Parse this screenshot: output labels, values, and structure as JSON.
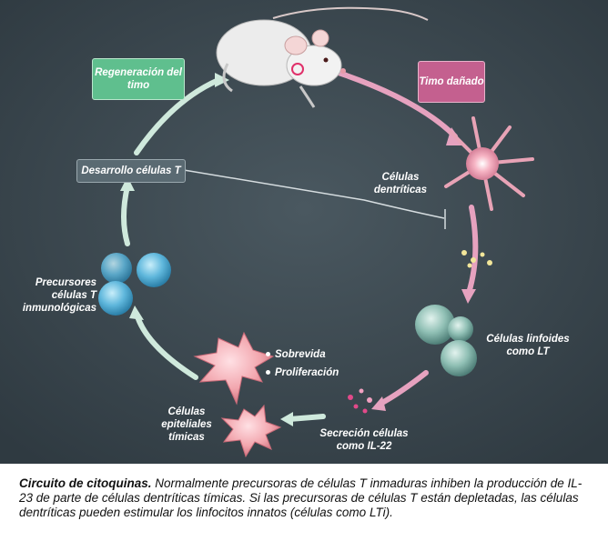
{
  "figure": {
    "box_regeneracion": "Regeneración del timo",
    "box_timo_danado": "Timo dañado",
    "box_desarrollo": "Desarrollo células T",
    "label_dendriticas": "Células dentríticas",
    "label_linfoides": "Células linfoides como LT",
    "label_secrecion": "Secreción células como IL-22",
    "label_epiteliales": "Células epiteliales tímicas",
    "label_precursores": "Precursores células T inmunológicas",
    "bullet_sobrevida": "Sobrevida",
    "bullet_proliferacion": "Proliferación"
  },
  "caption": {
    "title": "Circuito de citoquinas.",
    "text": "Normalmente precursoras de células T inmaduras inhiben la producción de IL-23 de parte de células dentríticas tímicas. Si las precursoras de células T están depletadas, las células dentríticas pueden estimular los linfocitos innatos (células como LTi)."
  },
  "colors": {
    "background": "#3d4a52",
    "regen_box": "#5fbf8e",
    "damaged_box": "#c4608f",
    "development_box": "#5a6a72",
    "arrow_green": "#cfe9dc",
    "arrow_pink": "#e6a2bf"
  }
}
